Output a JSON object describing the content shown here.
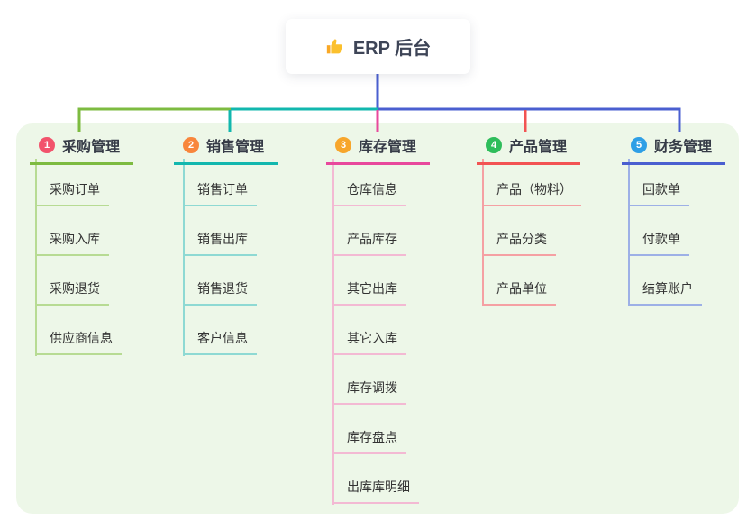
{
  "root": {
    "label": "ERP 后台",
    "icon": "thumbs-up-icon"
  },
  "panel": {
    "background": "#edf7e8"
  },
  "connector": {
    "root_stem_color": "#4a5fd0"
  },
  "branches": [
    {
      "badge": "1",
      "badge_color": "#f2536c",
      "label": "采购管理",
      "color": "#7dbb40",
      "light_color": "#b7db93",
      "children": [
        "采购订单",
        "采购入库",
        "采购退货",
        "供应商信息"
      ]
    },
    {
      "badge": "2",
      "badge_color": "#f8863c",
      "label": "销售管理",
      "color": "#12b7ae",
      "light_color": "#8ed9d3",
      "children": [
        "销售订单",
        "销售出库",
        "销售退货",
        "客户信息"
      ]
    },
    {
      "badge": "3",
      "badge_color": "#f7a62c",
      "label": "库存管理",
      "color": "#e8489c",
      "light_color": "#f3b9d3",
      "children": [
        "仓库信息",
        "产品库存",
        "其它出库",
        "其它入库",
        "库存调拨",
        "库存盘点",
        "出库库明细"
      ]
    },
    {
      "badge": "4",
      "badge_color": "#2ebd5b",
      "label": "产品管理",
      "color": "#f25353",
      "light_color": "#f5a0a3",
      "children": [
        "产品（物料）",
        "产品分类",
        "产品单位"
      ]
    },
    {
      "badge": "5",
      "badge_color": "#2e9fe6",
      "label": "财务管理",
      "color": "#4a5fd0",
      "light_color": "#9db0e6",
      "children": [
        "回款单",
        "付款单",
        "结算账户"
      ]
    }
  ]
}
